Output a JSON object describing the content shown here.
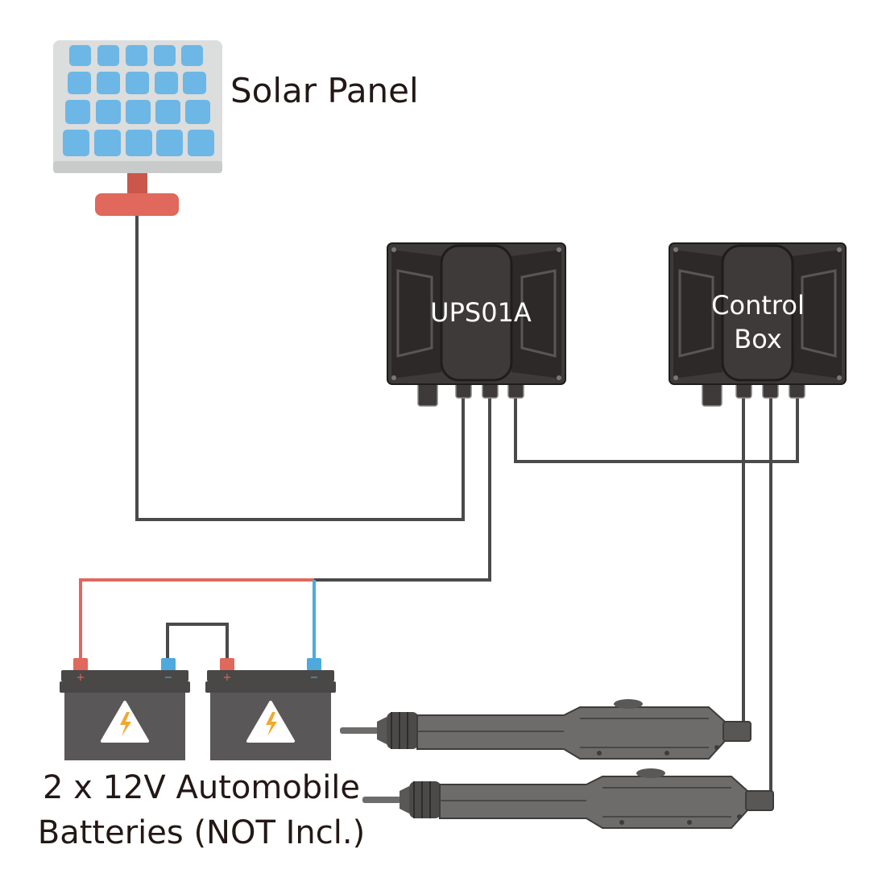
{
  "solar_panel": {
    "label": "Solar Panel",
    "icon": "solar-panel-icon"
  },
  "ups": {
    "label": "UPS01A",
    "icon": "enclosure-box-icon"
  },
  "control_box": {
    "label_line1": "Control",
    "label_line2": "Box",
    "icon": "enclosure-box-icon"
  },
  "batteries": {
    "caption_line1": "2 x 12V Automobile",
    "caption_line2": "Batteries (NOT Incl.)",
    "positive_symbol": "+",
    "negative_symbol": "−",
    "icon": "high-voltage-icon"
  },
  "actuators": {
    "icon": "linear-actuator-icon"
  },
  "colors": {
    "panel_frame": "#dcdddd",
    "panel_cell": "#6cb7e6",
    "panel_mount": "#e0685c",
    "enclosure": "#3e3a39",
    "battery_body": "#595757",
    "wire": "#4a4a4a",
    "wire_positive": "#e0685c",
    "wire_negative": "#4eaadc",
    "text": "#231815"
  }
}
